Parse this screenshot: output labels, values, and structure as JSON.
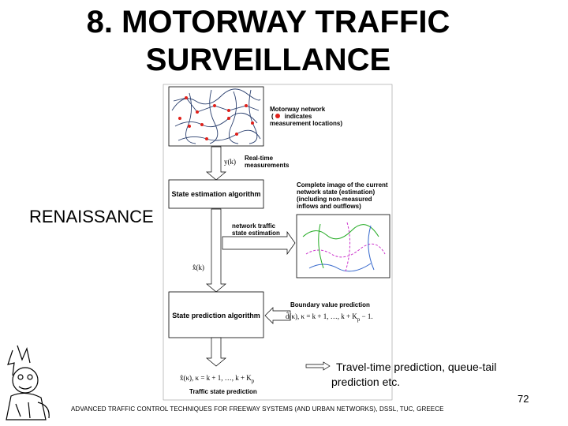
{
  "slide": {
    "title_line1": "8. MOTORWAY TRAFFIC",
    "title_line2": "SURVEILLANCE",
    "side_label": "RENAISSANCE",
    "page_number": "72",
    "footer": "ADVANCED TRAFFIC CONTROL TECHNIQUES FOR FREEWAY SYSTEMS (AND URBAN NETWORKS), DSSL, TUC, GREECE"
  },
  "diagram": {
    "network_label_1": "Motorway network",
    "network_label_2": "indicates",
    "network_label_3": "measurement locations)",
    "network_paren": "(",
    "measurement_symbol": "y(k)",
    "realtime_label_1": "Real-time",
    "realtime_label_2": "measurements",
    "estimation_box": "State estimation algorithm",
    "complete_image_1": "Complete image of the current",
    "complete_image_2": "network state (estimation)",
    "complete_image_3": "(including non-measured",
    "complete_image_4": "inflows and outflows)",
    "state_estimation_1": "network traffic",
    "state_estimation_2": "state estimation",
    "estimate_symbol": "x̂(k)",
    "prediction_box": "State prediction algorithm",
    "boundary_label": "Boundary value prediction",
    "boundary_formula": "d̂(κ),   κ = k + 1, …, k + K",
    "boundary_formula_sub": "p",
    "boundary_formula_end": "− 1.",
    "prediction_formula": "x̂(κ),   κ = k + 1, …, k + K",
    "prediction_formula_sub": "p",
    "traffic_prediction_label": "Traffic state prediction",
    "travel_time_line1": "Travel-time prediction, queue-tail",
    "travel_time_line2": "prediction etc."
  },
  "colors": {
    "measurement_dot": "#e0201a",
    "network_line": "#2a3f6e",
    "map_green": "#22aa22",
    "map_magenta": "#cc33cc",
    "map_blue": "#3366cc"
  }
}
